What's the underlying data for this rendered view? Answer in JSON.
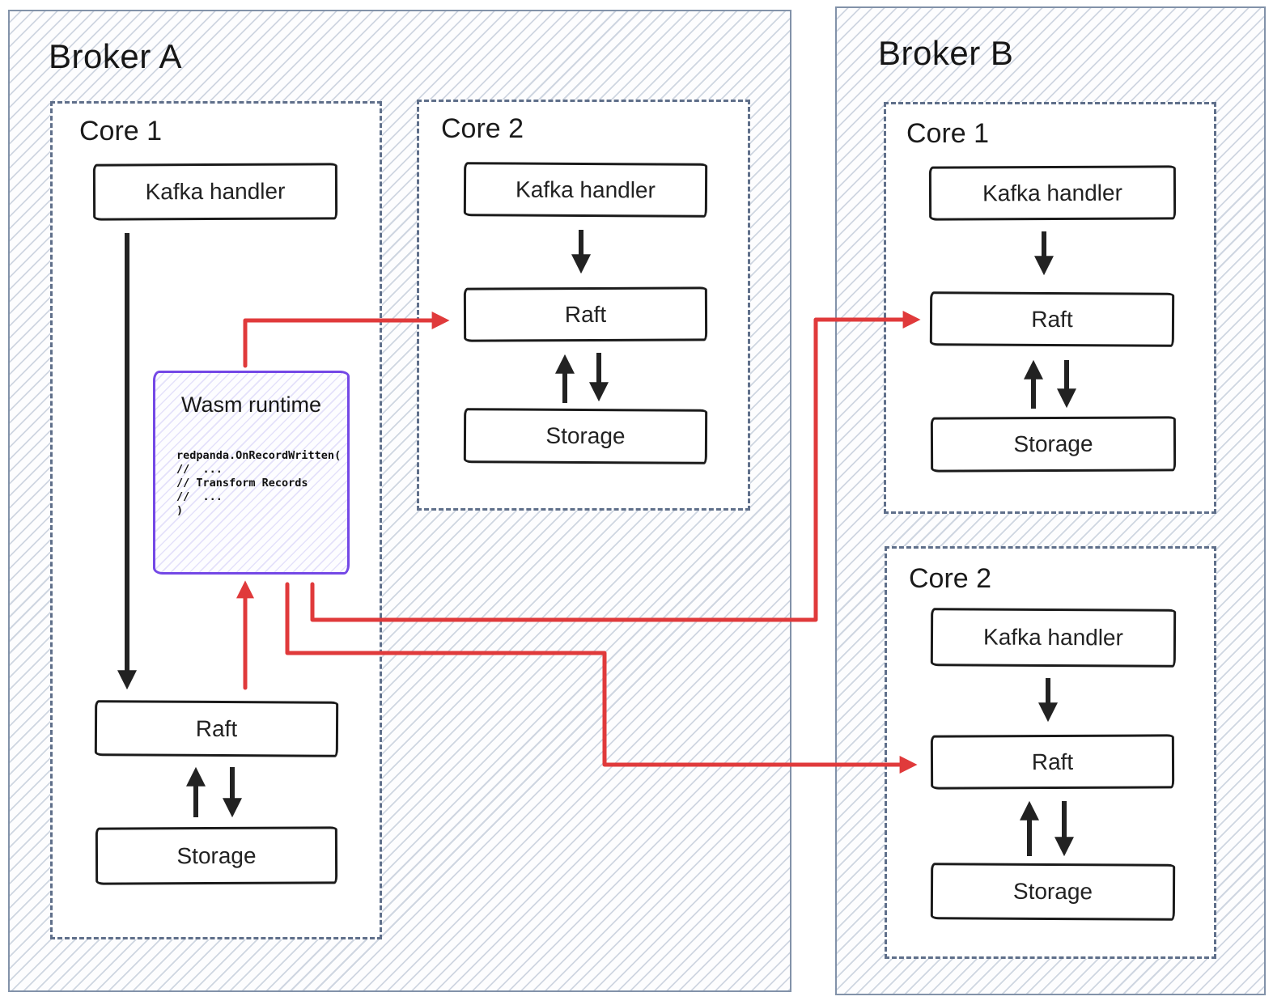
{
  "colors": {
    "arrow_black": "#222222",
    "arrow_red": "#e03a3b",
    "wasm_purple": "#7448e6",
    "broker_border": "#8292a9",
    "core_border": "#5f6f8a",
    "hatch_line": "#cfd6e1"
  },
  "broker_a": {
    "title": "Broker A",
    "core1": {
      "title": "Core 1",
      "kafka_label": "Kafka handler",
      "raft_label": "Raft",
      "storage_label": "Storage",
      "wasm": {
        "title": "Wasm runtime",
        "code": "redpanda.OnRecordWritten(\n//  ...\n// Transform Records\n//  ...\n)"
      }
    },
    "core2": {
      "title": "Core 2",
      "kafka_label": "Kafka handler",
      "raft_label": "Raft",
      "storage_label": "Storage"
    }
  },
  "broker_b": {
    "title": "Broker B",
    "core1": {
      "title": "Core 1",
      "kafka_label": "Kafka handler",
      "raft_label": "Raft",
      "storage_label": "Storage"
    },
    "core2": {
      "title": "Core 2",
      "kafka_label": "Kafka handler",
      "raft_label": "Raft",
      "storage_label": "Storage"
    }
  }
}
